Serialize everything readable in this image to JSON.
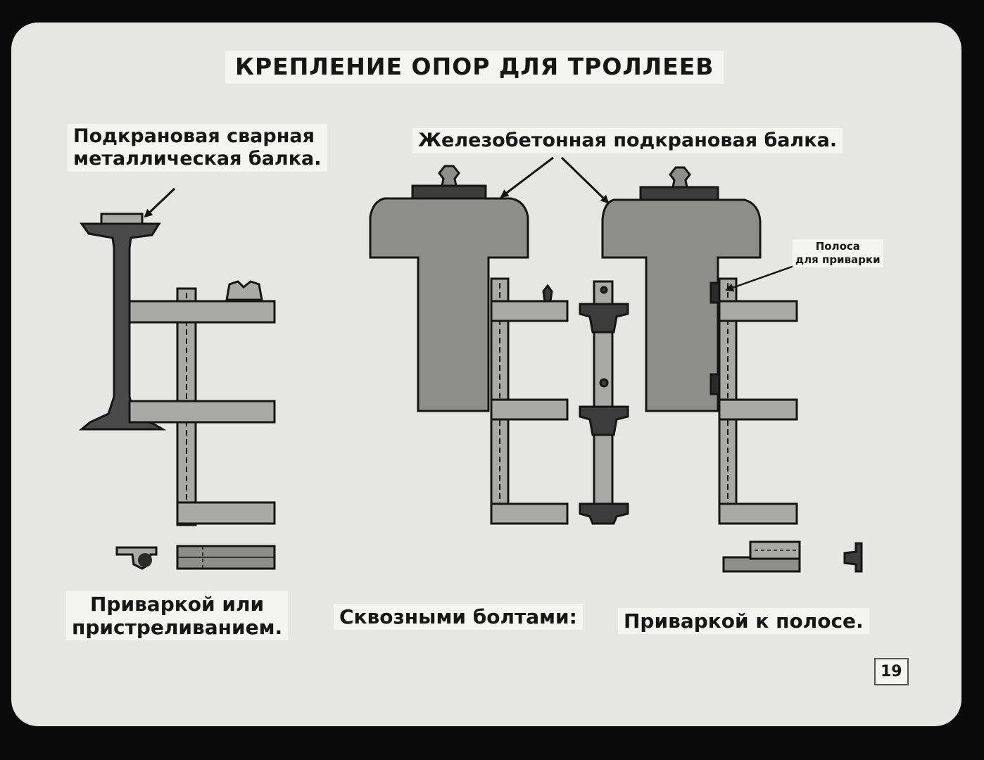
{
  "title": "КРЕПЛЕНИЕ ОПОР ДЛЯ ТРОЛЛЕЕВ",
  "labels": {
    "steel_beam_line1": "Подкрановая сварная",
    "steel_beam_line2": "металлическая балка.",
    "concrete_beam": "Железобетонная подкрановая балка.",
    "strip_line1": "Полоса",
    "strip_line2": "для приварки"
  },
  "captions": {
    "weld_line1": "Приваркой или",
    "weld_line2": "пристреливанием.",
    "bolts": "Сквозными болтами:",
    "strip": "Приваркой к полосе."
  },
  "page_number": "19",
  "colors": {
    "paper": "#e6e6e4",
    "concrete_fill": "#8d8d8b",
    "steel_fill": "#a9a9a7",
    "dark_fill": "#3c3c3c",
    "outline": "#151515"
  }
}
